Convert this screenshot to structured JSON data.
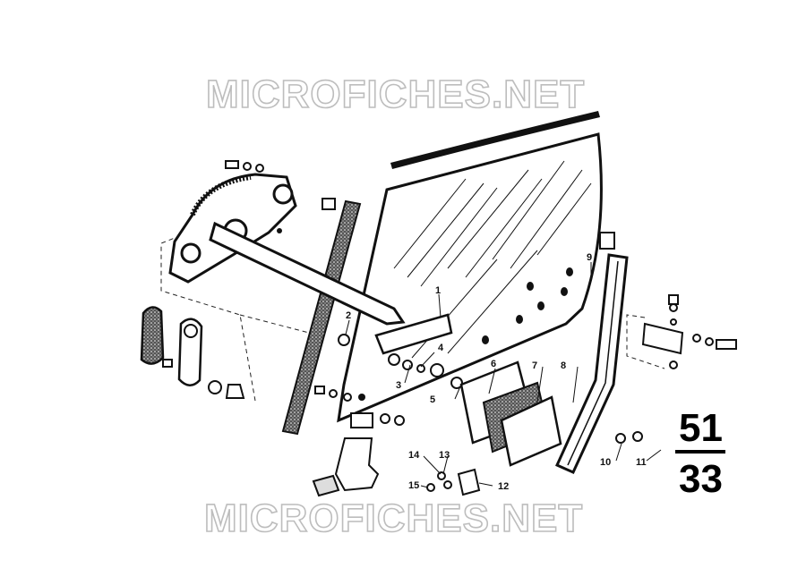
{
  "watermark": {
    "top_text": "MICROFICHES.NET",
    "bottom_text": "MICROFICHES.NET"
  },
  "page_ref": {
    "numerator": "51",
    "denominator": "33"
  },
  "callouts": [
    "1",
    "2",
    "3",
    "4",
    "5",
    "6",
    "7",
    "8",
    "9",
    "10",
    "11",
    "12",
    "13",
    "14",
    "15"
  ],
  "colors": {
    "line": "#111111",
    "watermark": "#bdbdbd",
    "background": "#ffffff"
  }
}
